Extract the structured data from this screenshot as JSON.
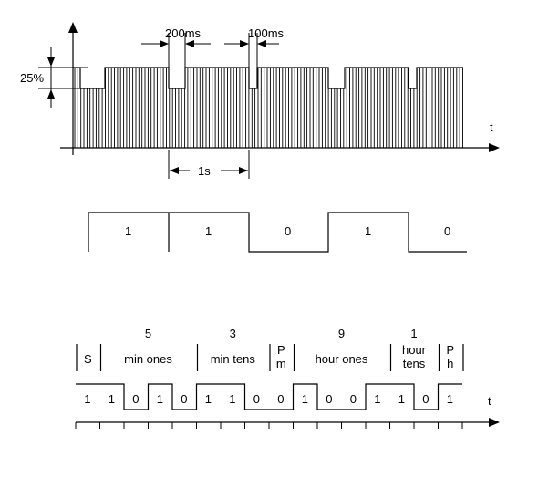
{
  "carrier": {
    "t_label": "t",
    "amplitude_label": "25%",
    "gap_200_label": "200ms",
    "gap_100_label": "100ms",
    "period_label": "1s",
    "second_marks": [
      {
        "type": "bit1"
      },
      {
        "type": "bit1"
      },
      {
        "type": "bit0"
      },
      {
        "type": "bit1"
      },
      {
        "type": "bit0"
      }
    ]
  },
  "bits_row": {
    "values": [
      "1",
      "1",
      "0",
      "1",
      "0"
    ]
  },
  "bcd_frame": {
    "t_label": "t",
    "groups": [
      {
        "value": "",
        "lines": [
          "S"
        ]
      },
      {
        "value": "5",
        "lines": [
          "min ones"
        ]
      },
      {
        "value": "3",
        "lines": [
          "min tens"
        ]
      },
      {
        "value": "",
        "lines": [
          "P",
          "m"
        ]
      },
      {
        "value": "9",
        "lines": [
          "hour ones"
        ]
      },
      {
        "value": "1",
        "lines": [
          "hour",
          "tens"
        ]
      },
      {
        "value": "",
        "lines": [
          "P",
          "h"
        ]
      }
    ],
    "bits": [
      "1",
      "1",
      "0",
      "1",
      "0",
      "1",
      "1",
      "0",
      "0",
      "1",
      "0",
      "0",
      "1",
      "1",
      "0",
      "1"
    ]
  }
}
